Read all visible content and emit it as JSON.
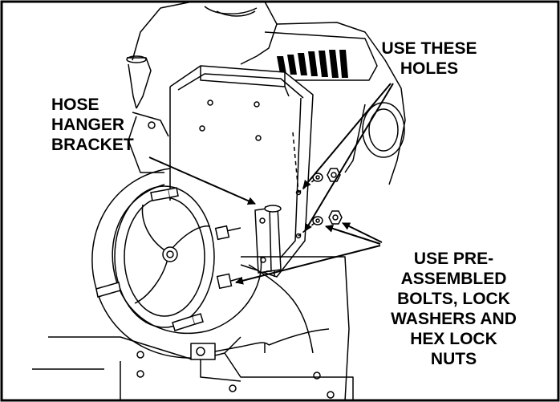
{
  "callouts": {
    "use_these_holes": {
      "lines": [
        "USE THESE",
        "HOLES"
      ]
    },
    "hose_hanger_bracket": {
      "lines": [
        "HOSE",
        "HANGER",
        "BRACKET"
      ]
    },
    "use_pre_assembled": {
      "lines": [
        "USE PRE-",
        "ASSEMBLED",
        "BOLTS, LOCK",
        "WASHERS AND",
        "HEX LOCK",
        "NUTS"
      ]
    }
  },
  "colors": {
    "ink": "#000000",
    "paper": "#ffffff"
  }
}
